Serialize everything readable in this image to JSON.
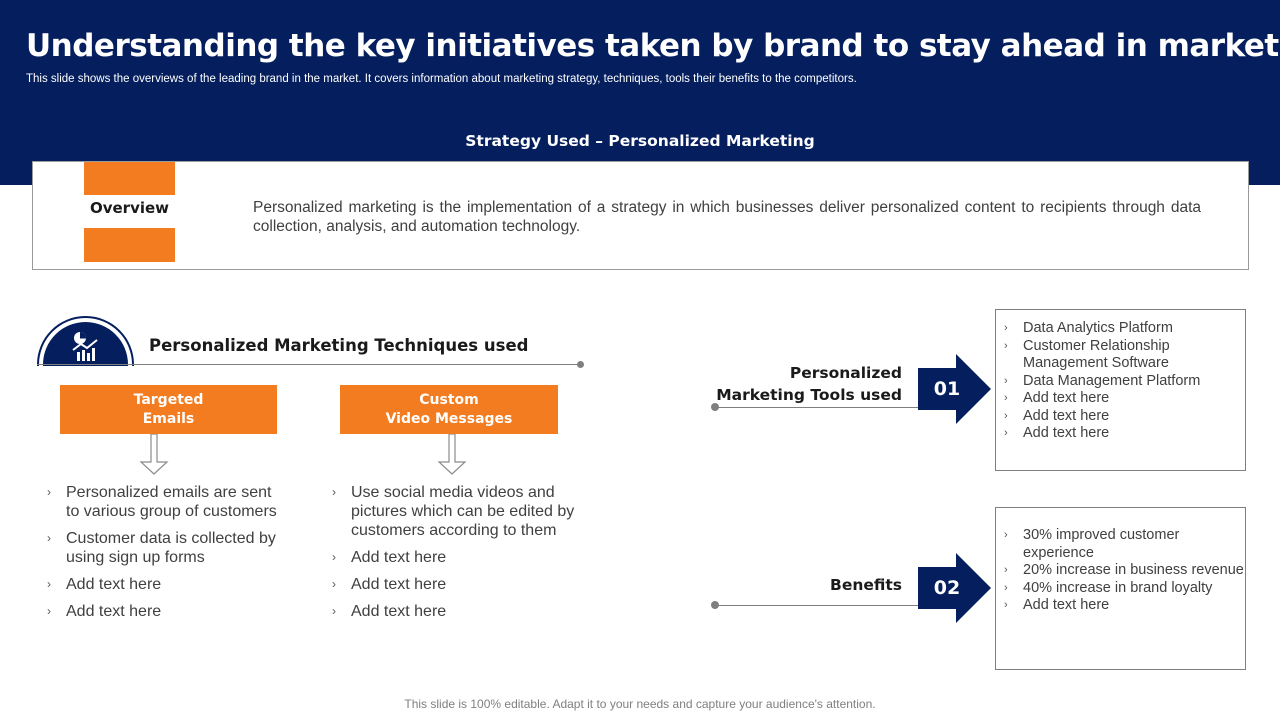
{
  "header": {
    "title": "Understanding the key initiatives taken by brand to stay ahead in market",
    "subtitle": "This slide shows the overviews of the leading brand in the market. It covers information about marketing strategy, techniques, tools their benefits to the competitors.",
    "strategy_label": "Strategy Used – Personalized Marketing"
  },
  "overview": {
    "label": "Overview",
    "text": "Personalized marketing is the implementation of a strategy in which businesses deliver personalized content to recipients through data collection, analysis, and automation technology."
  },
  "techniques": {
    "title": "Personalized Marketing Techniques used",
    "icon": "analytics-chart-icon",
    "cards": [
      {
        "label": "Targeted\nEmails",
        "bullets": [
          "Personalized emails are sent to various group of customers",
          "Customer data is collected by using sign up forms",
          "Add text here",
          "Add text here"
        ]
      },
      {
        "label": "Custom\nVideo Messages",
        "bullets": [
          "Use social media videos and pictures which can be edited by customers according to them",
          "Add text here",
          "Add text here",
          "Add text here"
        ]
      }
    ]
  },
  "tools": {
    "label": "Personalized\nMarketing Tools used",
    "number": "01",
    "items": [
      "Data Analytics Platform",
      "Customer Relationship Management Software",
      "Data Management Platform",
      "Add text here",
      "Add text here",
      "Add text here"
    ]
  },
  "benefits": {
    "label": "Benefits",
    "number": "02",
    "items": [
      "30% improved customer experience",
      "20% increase in business revenue",
      "40% increase in brand loyalty",
      "Add text here"
    ]
  },
  "footer": "This slide is 100% editable. Adapt it to your needs and capture your audience's attention.",
  "colors": {
    "navy": "#041e5e",
    "orange": "#f47c20",
    "text": "#404040"
  }
}
